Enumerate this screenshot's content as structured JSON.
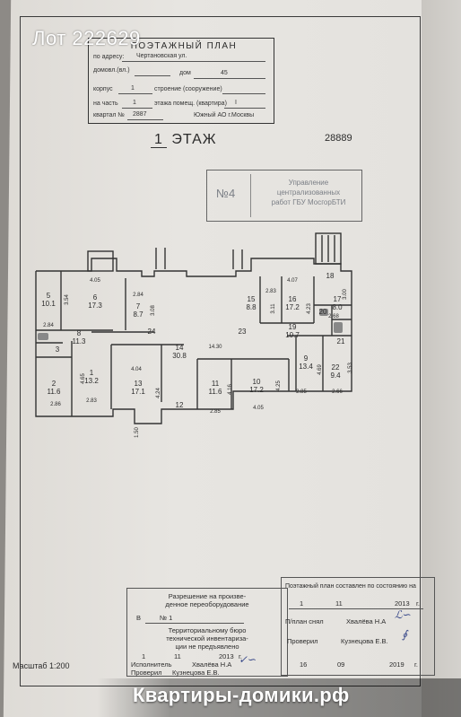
{
  "watermark": {
    "lot": "Лот 222629",
    "site": "Квартиры-домики.рф"
  },
  "header": {
    "title": "ПОЭТАЖНЫЙ ПЛАН",
    "address_label": "по адресу:",
    "address_value": "Чертановская ул.",
    "domovl_label": "домовл.(вл.)",
    "dom_label": "дом",
    "dom_value": "45",
    "korpus_label": "корпус",
    "korpus_value": "1",
    "stroenie_label": "строение (сооружение)",
    "part_label": "на часть",
    "part_value": "1",
    "floor_room_label": "этажа помещ. (квартира)",
    "floor_room_value": "I",
    "kvartal_label": "квартал №",
    "kvartal_value": "2887",
    "district": "Южный АО г.Москвы"
  },
  "floor": {
    "number": "1",
    "label": "ЭТАЖ",
    "code": "28889"
  },
  "stamp_bti": {
    "number": "№4",
    "lines": [
      "Управление",
      "централизованных",
      "работ ГБУ МосгорБТИ"
    ]
  },
  "rooms": [
    {
      "id": "5",
      "area": "10.1"
    },
    {
      "id": "6",
      "area": "17.3"
    },
    {
      "id": "7",
      "area": "8.7"
    },
    {
      "id": "8",
      "area": "11.3"
    },
    {
      "id": "3",
      "area": ""
    },
    {
      "id": "2",
      "area": "11.6"
    },
    {
      "id": "1",
      "area": "13.2"
    },
    {
      "id": "13",
      "area": "17.1"
    },
    {
      "id": "14",
      "area": "30.8"
    },
    {
      "id": "24",
      "area": ""
    },
    {
      "id": "12",
      "area": ""
    },
    {
      "id": "11",
      "area": "11.6"
    },
    {
      "id": "10",
      "area": "17.2"
    },
    {
      "id": "15",
      "area": "8.8"
    },
    {
      "id": "16",
      "area": "17.2"
    },
    {
      "id": "23",
      "area": ""
    },
    {
      "id": "19",
      "area": "10.7"
    },
    {
      "id": "9",
      "area": "13.4"
    },
    {
      "id": "22",
      "area": "9.4"
    },
    {
      "id": "17",
      "area": "8.0"
    },
    {
      "id": "18",
      "area": ""
    },
    {
      "id": "20",
      "area": ""
    },
    {
      "id": "21",
      "area": ""
    }
  ],
  "dimensions": [
    "4.05",
    "2.84",
    "3.54",
    "3.08",
    "2.84",
    "2.83",
    "3.11",
    "4.07",
    "4.23",
    "3.00",
    "2.68",
    "14.30",
    "4.04",
    "4.65",
    "4.24",
    "2.86",
    "2.83",
    "4.16",
    "4.25",
    "4.69",
    "3.53",
    "2.85",
    "2.66",
    "2.85",
    "4.05",
    "1.50"
  ],
  "stamp_redev": {
    "line1": "Разрешение на произве-",
    "line2": "денное переоборудование",
    "line3": "В",
    "line4": "№ 1",
    "line5": "Территориальному бюро",
    "line6": "технической инвентариза-",
    "line7": "ции не предъявлено",
    "date_day": "1",
    "date_month": "11",
    "date_year": "2013",
    "year_suffix": "г.",
    "executor_label": "Исполнитель",
    "executor_name": "Хвалёва Н.А",
    "checked_label": "Проверил",
    "checked_name": "Кузнецова Е.В."
  },
  "stamp_plan": {
    "title1": "Поэтажный план составлен по состоянию на",
    "date_day": "1",
    "date_month": "11",
    "date_year": "2013",
    "year_suffix": "г.",
    "copied_label": "П/план снял",
    "copied_name": "Хвалёва Н.А",
    "checked_label": "Проверил",
    "checked_name": "Кузнецова Е.В.",
    "date2_day": "16",
    "date2_month": "09",
    "date2_year": "2019",
    "year2_suffix": "г."
  },
  "scale": "Масштаб 1:200",
  "colors": {
    "paper": "#e4e2de",
    "ink": "#2b2b2b",
    "stamp_ink": "#7b7f86",
    "signature": "#3a4a8a"
  }
}
